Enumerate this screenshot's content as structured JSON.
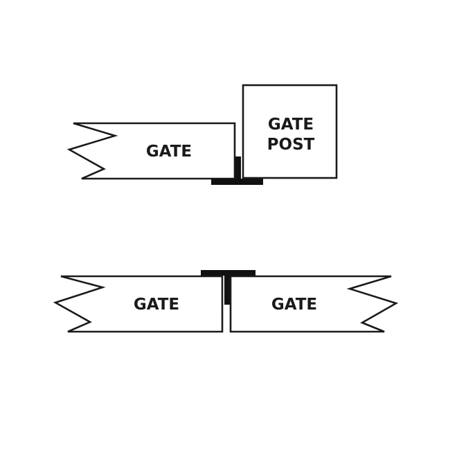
{
  "diagram": {
    "top": {
      "gate_label": "GATE",
      "post_label_line1": "GATE",
      "post_label_line2": "POST"
    },
    "bottom": {
      "left_gate_label": "GATE",
      "right_gate_label": "GATE"
    }
  }
}
